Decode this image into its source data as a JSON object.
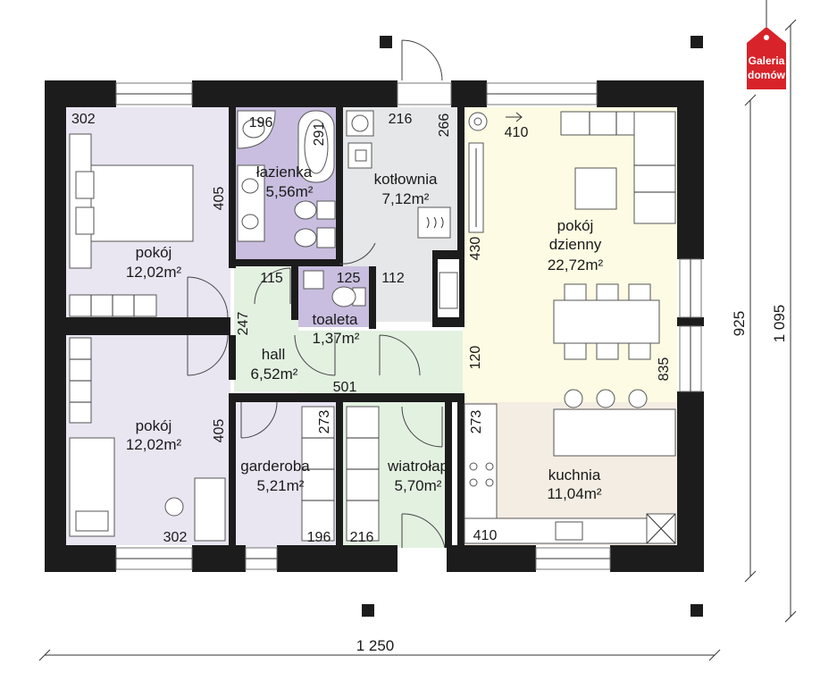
{
  "rooms": {
    "bedroom_top": {
      "name": "pokój",
      "area": "12,02m²"
    },
    "bedroom_bottom": {
      "name": "pokój",
      "area": "12,02m²"
    },
    "bathroom": {
      "name": "łazienka",
      "area": "5,56m²"
    },
    "boiler_room": {
      "name": "kotłownia",
      "area": "7,12m²"
    },
    "living_room": {
      "name_line1": "pokój",
      "name_line2": "dzienny",
      "area": "22,72m²"
    },
    "toilet": {
      "name": "toaleta",
      "area": "1,37m²"
    },
    "hall": {
      "name": "hall",
      "area": "6,52m²"
    },
    "wardrobe": {
      "name": "garderoba",
      "area": "5,21m²"
    },
    "vestibule": {
      "name": "wiatrołap",
      "area": "5,70m²"
    },
    "kitchen": {
      "name": "kuchnia",
      "area": "11,04m²"
    }
  },
  "dimensions": {
    "d302_top": "302",
    "d405_top": "405",
    "d196_bath": "196",
    "d291_bath": "291",
    "d216_boiler": "216",
    "d266_boiler": "266",
    "d410_living": "410",
    "d430_living": "430",
    "d115_hall": "115",
    "d125_toilet": "125",
    "d112_boiler": "112",
    "d247_hall": "247",
    "d120_living": "120",
    "d501_hall": "501",
    "d835_living": "835",
    "d405_bottom": "405",
    "d273_wardrobe": "273",
    "d273_kitchen": "273",
    "d302_bottom": "302",
    "d196_wardrobe": "196",
    "d216_vestibule": "216",
    "d410_kitchen": "410",
    "overall_width": "1 250",
    "overall_depth": "1 095",
    "depth_925": "925"
  },
  "badge": {
    "line1": "Galeria",
    "line2": "domów"
  },
  "colors": {
    "bedroom": "#e9e6f2",
    "bathroom": "#c9bedf",
    "boiler": "#e6e7e8",
    "living": "#fdfbe3",
    "hall": "#e3f1e1",
    "kitchen": "#f3ede3",
    "wall": "#1c1c1c",
    "badge": "#d8232a"
  }
}
